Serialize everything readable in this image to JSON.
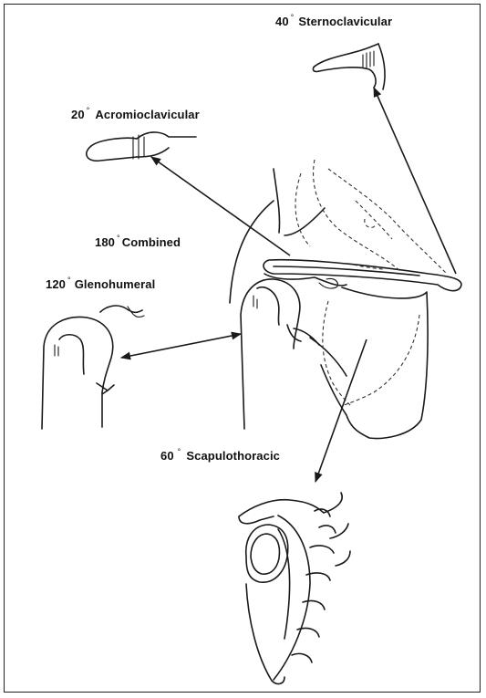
{
  "labels": {
    "sternoclavicular": {
      "value": "40",
      "name": "Sternoclavicular"
    },
    "acromioclavicular": {
      "value": "20",
      "name": "Acromioclavicular"
    },
    "combined": {
      "value": "180",
      "name": "Combined"
    },
    "glenohumeral": {
      "value": "120",
      "name": "Glenohumeral"
    },
    "scapulothoracic": {
      "value": "60",
      "name": "Scapulothoracic"
    }
  },
  "degree_symbol": "°",
  "colors": {
    "ink": "#1a1a1a",
    "background": "#ffffff"
  }
}
